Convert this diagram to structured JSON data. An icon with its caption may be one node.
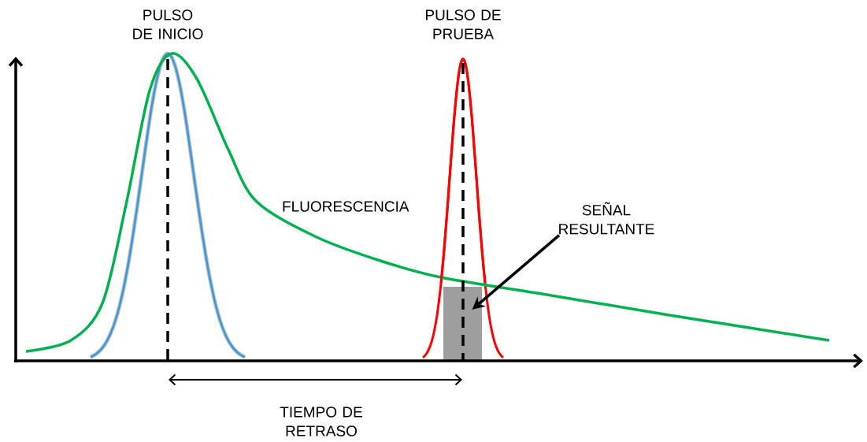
{
  "diagram": {
    "nodes": [
      {
        "text": [
          "SEÑAL RESULTANTE"
        ]
      },
      {
        "text": [],
        "shape": "box"
      }
    ],
    "edges": [
      {
        "from": 0,
        "to": 1,
        "arrow": "to"
      }
    ],
    "labels": [
      "PULSO DE INICIO",
      "PULSO DE PRUEBA",
      "FLUORESCENCIA",
      "TIEMPO DE RETRASO"
    ]
  }
}
